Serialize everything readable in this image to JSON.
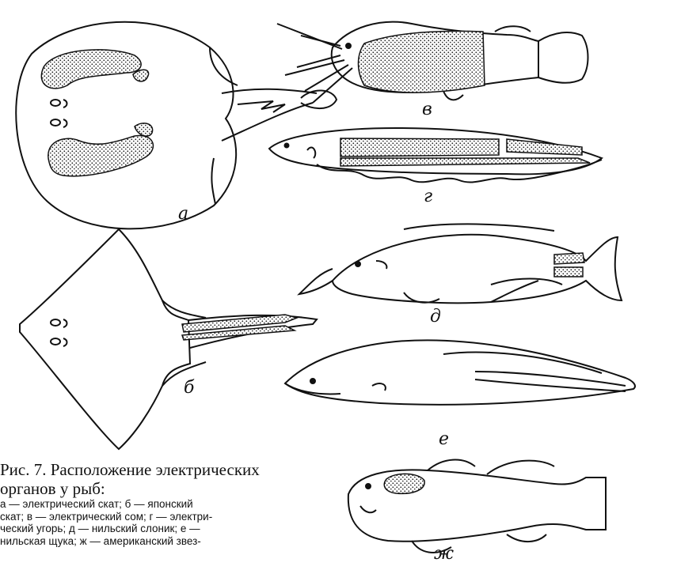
{
  "figure": {
    "labels": {
      "a": "а",
      "b": "б",
      "v": "в",
      "g": "г",
      "d": "д",
      "e": "е",
      "zh": "ж"
    },
    "caption_title": "Рис. 7. Расположение электрических\nорганов у рыб:",
    "caption_text": "а — электрический   скат;   б — японский\nскат; в — электрический сом; г — электри-\nческий угорь; д — нильский слоник; е —\nнильская  щука;  ж — американский  звез-"
  },
  "colors": {
    "ink": "#111111",
    "paper": "#ffffff",
    "stipple": "#222222"
  }
}
